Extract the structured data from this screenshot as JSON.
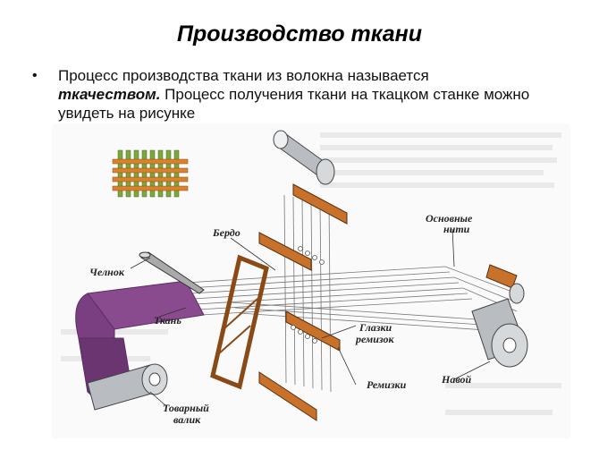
{
  "slide": {
    "title": "Производство ткани",
    "bullet": {
      "marker": "•",
      "text_before": "Процесс производства ткани из волокна называется ",
      "emphasis": "ткачеством.",
      "text_after": " Процесс получения ткани на ткацком станке можно увидеть на рисунке"
    }
  },
  "diagram": {
    "labels": {
      "berdo": "Бердо",
      "chelnok": "Челнок",
      "tkan": "Ткань",
      "osnovnye_1": "Основные",
      "osnovnye_2": "нити",
      "glazki_1": "Глазки",
      "glazki_2": "ремизок",
      "navoy": "Навой",
      "remizki": "Ремизки",
      "tovarny_1": "Товарный",
      "tovarny_2": "валик"
    },
    "colors": {
      "fabric": "#8a4a8e",
      "fabric_dark": "#5e2d66",
      "wood": "#c8712a",
      "wood_dark": "#8a4a16",
      "roller": "#b9bdc2",
      "thread": "#777777",
      "weave_green": "#7aa83a",
      "weave_orange": "#d9822b"
    }
  }
}
